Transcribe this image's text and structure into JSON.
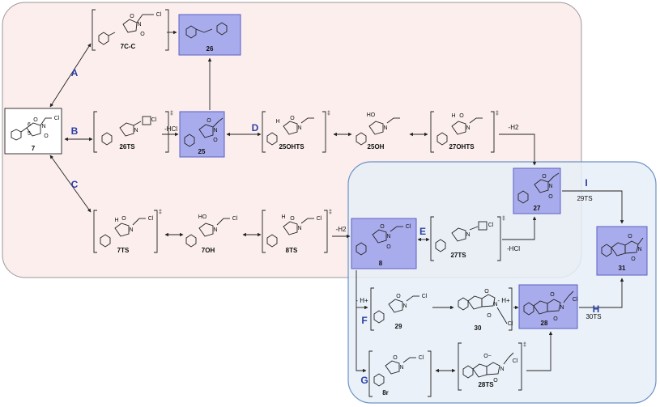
{
  "colors": {
    "region_pink_fill": "#fbeeed",
    "region_blue_fill": "#e6eef7",
    "region_blue_stroke": "#6d93c6",
    "highlight_fill": "#a9acec",
    "highlight_stroke": "#5a5fc4",
    "pathway_label": "#2b3fa6"
  },
  "pathway_labels": {
    "A": "A",
    "B": "B",
    "C": "C",
    "D": "D",
    "E": "E",
    "F": "F",
    "G": "G",
    "H": "H",
    "I": "I"
  },
  "compounds": {
    "c7": "7",
    "c7cc": "7C-C",
    "c26": "26",
    "c26ts": "26TS",
    "c25": "25",
    "c25ohts": "25OHTS",
    "c25oh": "25OH",
    "c27ohts": "27OHTS",
    "c7ts": "7TS",
    "c7oh": "7OH",
    "c8ts": "8TS",
    "c8": "8",
    "c27ts": "27TS",
    "c27": "27",
    "c31": "31",
    "c29": "29",
    "c30": "30",
    "c28": "28",
    "c8r": "8r",
    "c28ts": "28TS"
  },
  "annotations": {
    "minus_hcl_1": "-HCl",
    "minus_h2_1": "-H2",
    "minus_h2_2": "-H2",
    "minus_hcl_2": "-HCl",
    "minus_hplus_1": "- H+",
    "minus_hplus_2": "- H+",
    "ts_29": "29TS",
    "ts_30": "30TS",
    "dagger": "‡"
  },
  "atoms": {
    "o": "O",
    "n": "N",
    "h": "H",
    "cl": "Cl",
    "ho": "HO",
    "hn": "HN",
    "num6": "6",
    "num5": "5",
    "ominus": "O−"
  }
}
